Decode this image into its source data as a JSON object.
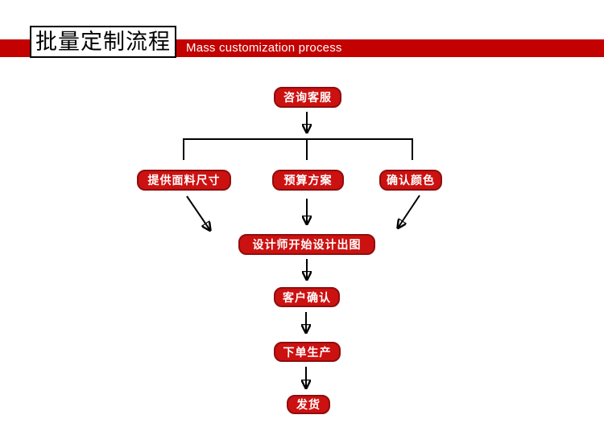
{
  "header": {
    "title_cn": "批量定制流程",
    "subtitle_en": "Mass customization process"
  },
  "colors": {
    "header_bar_red": "#c30101",
    "node_fill_red": "#cc1111",
    "node_border_red": "#8e0e0e",
    "title_box_border": "#000000",
    "connector_black": "#000000",
    "node_text": "#ffffff",
    "title_text": "#000000"
  },
  "flow": {
    "nodes": [
      {
        "id": "consult-service",
        "label": "咨询客服"
      },
      {
        "id": "provide-fabric-size",
        "label": "提供面料尺寸"
      },
      {
        "id": "budget-plan",
        "label": "预算方案"
      },
      {
        "id": "confirm-color",
        "label": "确认颜色"
      },
      {
        "id": "designer-design",
        "label": "设计师开始设计出图"
      },
      {
        "id": "customer-confirm",
        "label": "客户确认"
      },
      {
        "id": "order-production",
        "label": "下单生产"
      },
      {
        "id": "ship-goods",
        "label": "发货"
      }
    ]
  }
}
